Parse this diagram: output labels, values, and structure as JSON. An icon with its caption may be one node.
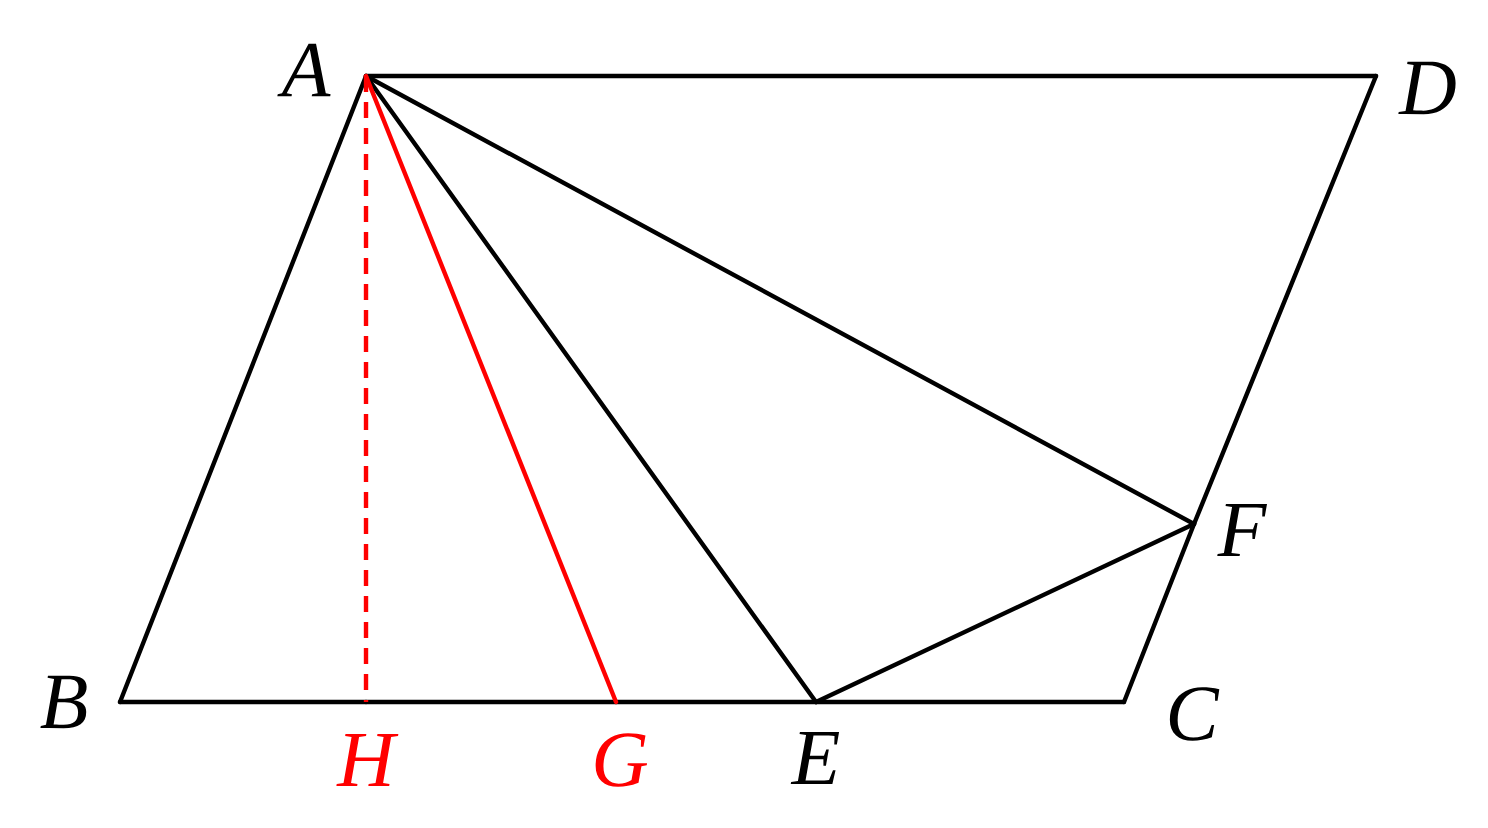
{
  "diagram": {
    "nodes": [
      {
        "text": [
          "A"
        ]
      },
      {
        "text": [
          "D"
        ]
      },
      {
        "text": [
          "B"
        ]
      },
      {
        "text": [
          "C"
        ]
      },
      {
        "text": [
          "F"
        ]
      },
      {
        "text": [
          "E"
        ]
      },
      {
        "text": [
          "H"
        ]
      },
      {
        "text": [
          "G"
        ]
      }
    ],
    "edges": [
      {
        "from": 0,
        "to": 1,
        "arrow": "none"
      },
      {
        "from": 0,
        "to": 2,
        "arrow": "none"
      },
      {
        "from": 2,
        "to": 6,
        "arrow": "none"
      },
      {
        "from": 6,
        "to": 7,
        "arrow": "none"
      },
      {
        "from": 7,
        "to": 5,
        "arrow": "none"
      },
      {
        "from": 5,
        "to": 3,
        "arrow": "none"
      },
      {
        "from": 1,
        "to": 4,
        "arrow": "none"
      },
      {
        "from": 4,
        "to": 3,
        "arrow": "none"
      },
      {
        "from": 0,
        "to": 5,
        "arrow": "none"
      },
      {
        "from": 0,
        "to": 4,
        "arrow": "none"
      },
      {
        "from": 5,
        "to": 4,
        "arrow": "none"
      },
      {
        "from": 0,
        "to": 7,
        "arrow": "none",
        "color": "#ff0000"
      },
      {
        "from": 0,
        "to": 6,
        "arrow": "none",
        "style": "dashed",
        "color": "#ff0000"
      }
    ]
  }
}
